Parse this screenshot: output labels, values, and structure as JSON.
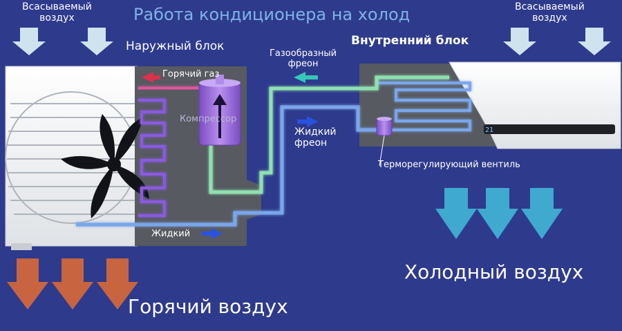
{
  "title": "Работа кондиционера на холод",
  "labels": {
    "intake_air_left": [
      "Всасываемый",
      "воздух"
    ],
    "intake_air_right": [
      "Всасываемый",
      "воздух"
    ],
    "outdoor_unit": "Наружный блок",
    "indoor_unit": "Внутренний блок",
    "hot_gas": "Горячий газ",
    "gas_freon": [
      "Газообразный",
      "фреон"
    ],
    "compressor": "Компрессор",
    "liquid_freon": [
      "Жидкий",
      "фреон"
    ],
    "liquid": "Жидкий",
    "expansion_valve": "Терморегулирующий вентиль",
    "cold_air": "Холодный воздух",
    "hot_air": "Горячий воздух"
  },
  "indoor_display": "21",
  "colors": {
    "background": "#2e3a8c",
    "title": "#7fb3e6",
    "intake_arrow": "#cfe3ee",
    "cold_arrow": "#3fa9d0",
    "hot_arrow": "#c8643f",
    "hot_gas_pipe": "#e0569a",
    "coil_pipe": "#8a5ae0",
    "gas_return_pipe": "#8fe0b0",
    "liquid_pipe": "#7aa6ea",
    "compressor": "#9b6cd8"
  },
  "icons": [
    "intake-arrow-icon",
    "cold-air-arrow-icon",
    "hot-air-arrow-icon",
    "fan-icon",
    "compressor-icon",
    "expansion-valve-icon",
    "flow-arrow-icon"
  ]
}
